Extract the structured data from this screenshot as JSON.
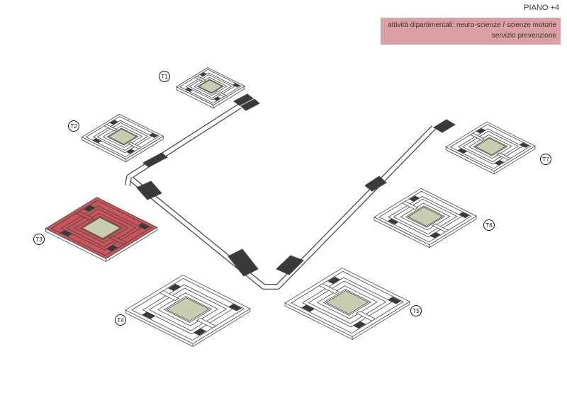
{
  "header": {
    "floor_title": "PIANO +4",
    "legend": {
      "color": "#dba0a3",
      "line1": "attività dipartimentali: neuro-scienze / scienze motorie",
      "line2": "servizio prevenzione"
    }
  },
  "towers": [
    {
      "id": "T1",
      "label": "T1",
      "highlighted": false
    },
    {
      "id": "T2",
      "label": "T2",
      "highlighted": false
    },
    {
      "id": "T3",
      "label": "T3",
      "highlighted": true
    },
    {
      "id": "T4",
      "label": "T4",
      "highlighted": false
    },
    {
      "id": "T5",
      "label": "T5",
      "highlighted": false
    },
    {
      "id": "T6",
      "label": "T6",
      "highlighted": false
    },
    {
      "id": "T7",
      "label": "T7",
      "highlighted": false
    }
  ],
  "colors": {
    "highlight": "#c9545b",
    "core": "#3a3a3a",
    "courtyard": "#c8cdb0",
    "wall": "#ffffff",
    "stroke": "#444444"
  }
}
